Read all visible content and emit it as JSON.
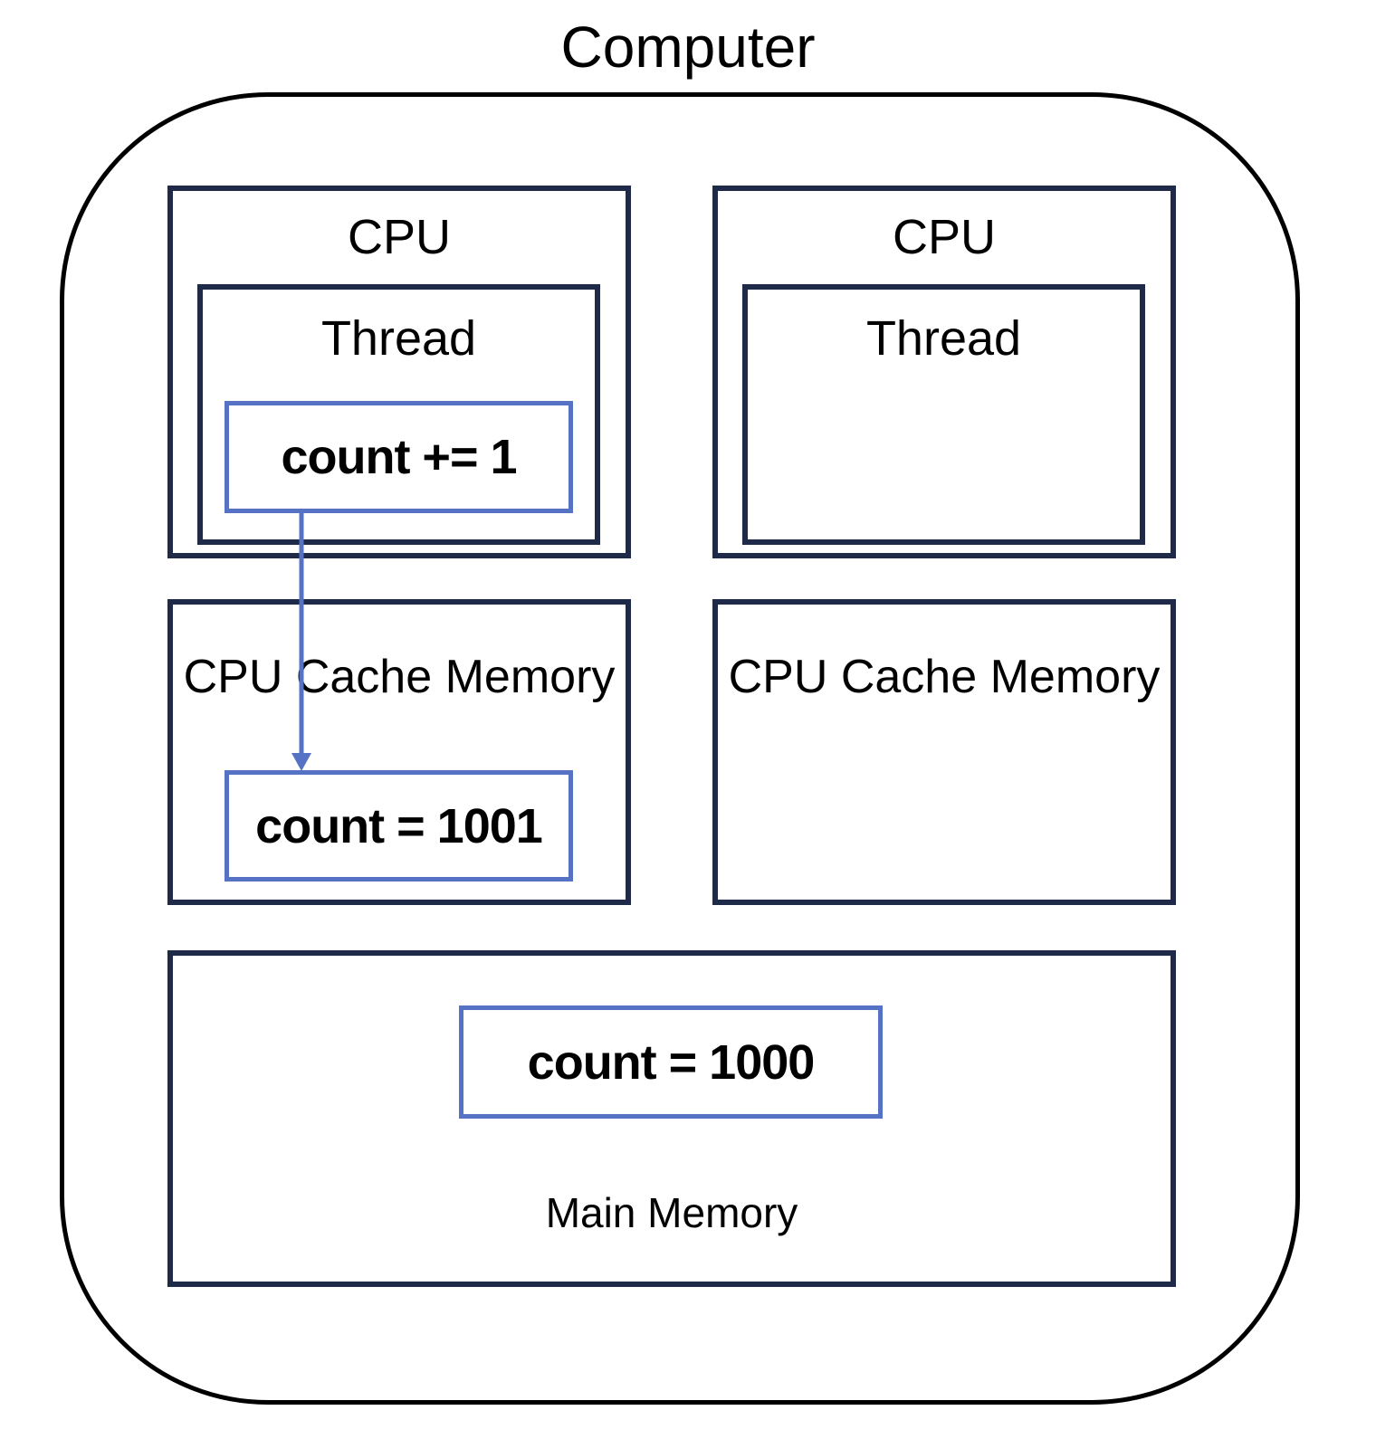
{
  "title": "Computer",
  "cpus": [
    {
      "label": "CPU",
      "thread": {
        "label": "Thread",
        "instruction": "count += 1"
      },
      "cache": {
        "label": "CPU Cache Memory",
        "value": "count = 1001"
      }
    },
    {
      "label": "CPU",
      "thread": {
        "label": "Thread",
        "instruction": ""
      },
      "cache": {
        "label": "CPU Cache Memory",
        "value": ""
      }
    }
  ],
  "main_memory": {
    "label": "Main Memory",
    "value": "count = 1000"
  },
  "colors": {
    "box_border": "#1f2a48",
    "variable_border": "#5572c4",
    "arrow": "#5572c4"
  }
}
